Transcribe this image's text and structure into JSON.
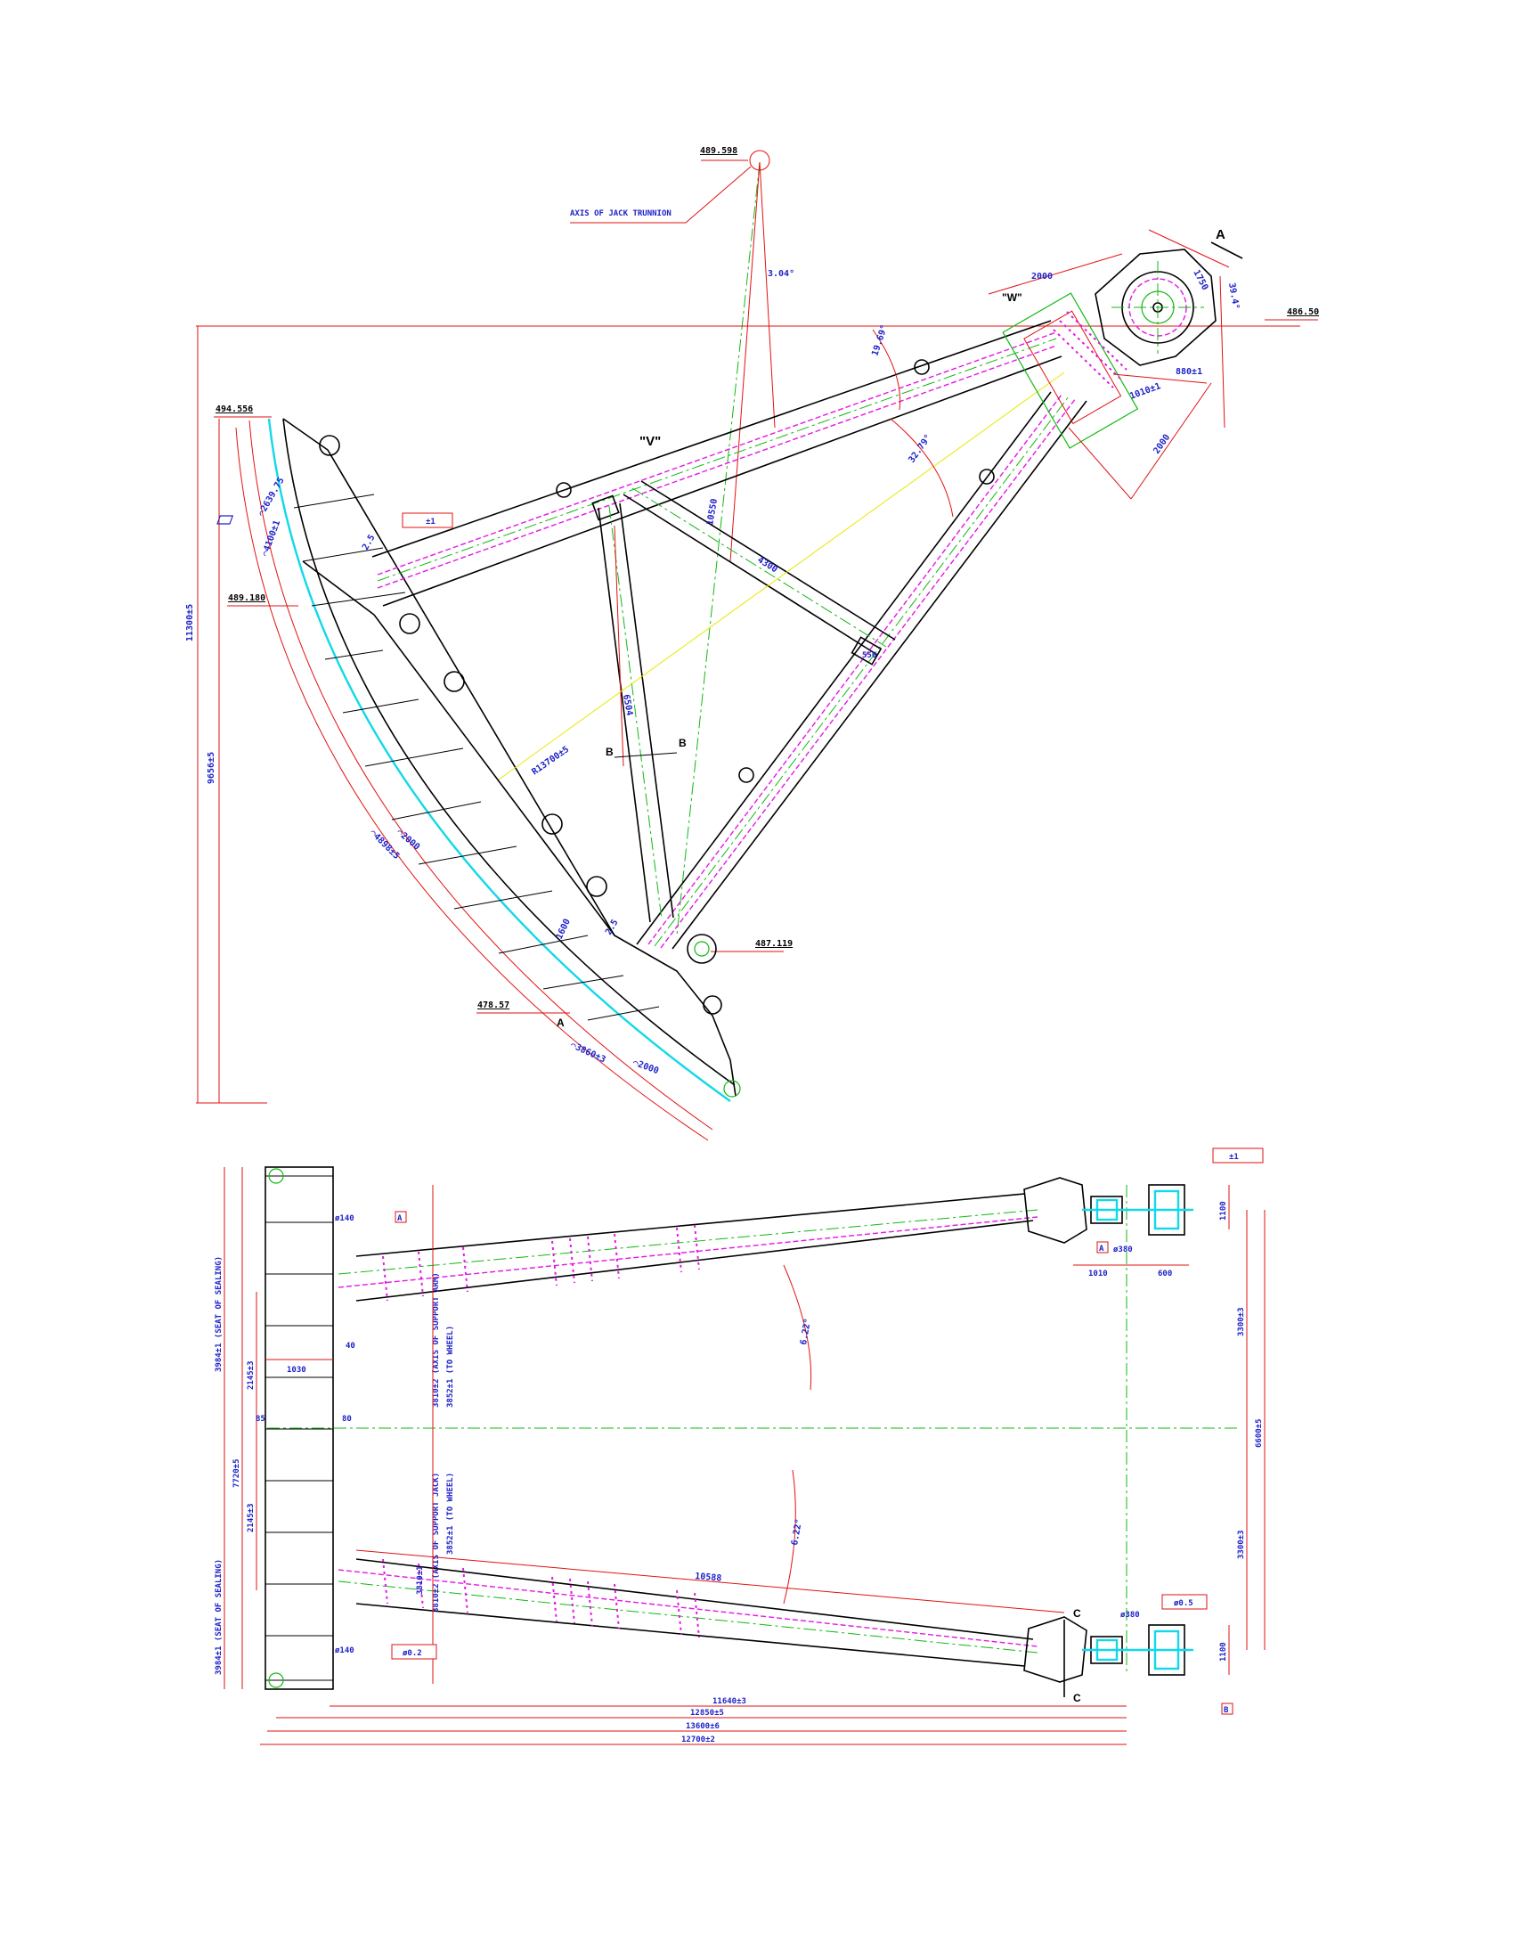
{
  "side_view": {
    "elev_top": "489.598",
    "axis_label": "AXIS OF JACK TRUNNION",
    "angle_small": "3.04°",
    "section_a": "A",
    "section_b": "B",
    "elev_right": "486.50",
    "view_w": "\"W\"",
    "view_v": "\"V\"",
    "dim_2000": "2000",
    "dim_1750": "1750",
    "angle_39": "39.4°",
    "elev_left_top": "494.556",
    "elev_left_mid": "489.180",
    "elev_left_bottom": "478.57",
    "elev_pin": "487.119",
    "dim_height_total": "11300±5",
    "dim_height_lower": "9656±5",
    "angle_19": "19.69°",
    "angle_32": "32.79°",
    "dim_10550": "10550",
    "dim_4300": "4300",
    "dim_6504": "6504",
    "dim_radius": "R13700±5",
    "arc_1": "⌒2639.75",
    "arc_2": "⌒4100±1",
    "arc_3": "⌒4898±5",
    "arc_4": "⌒3860±3",
    "arc_5": "⌒2000",
    "arc_6": "⌒2000",
    "dim_880": "880±1",
    "dim_1010": "1010±1",
    "dim_2000b": "2000",
    "dim_550": "550",
    "dim_1600": "1600",
    "gap_1": "2.5",
    "gap_2": "2.5",
    "tol_flat": "±1"
  },
  "plan_view": {
    "dim_phi140_top": "ø140",
    "dim_phi140_bot": "ø140",
    "dim_40": "40",
    "dim_1030": "1030",
    "dim_85": "85",
    "dim_80": "80",
    "left_1": "3984±1 (SEAT OF SEALING)",
    "left_2": "2145±3",
    "left_3": "7720±5",
    "left_4": "2145±3",
    "left_5": "3984±1 (SEAT OF SEALING)",
    "axis_upper_1": "3810±2 (AXIS OF SUPPORT ARM)",
    "axis_upper_2": "3852±1 (TO WHEEL)",
    "axis_lower_1": "3810±2 (AXIS OF SUPPORT JACK)",
    "axis_lower_2": "3852±1 (TO WHEEL)",
    "axis_lower_3": "3810±1",
    "angle_upper": "6.22°",
    "angle_lower": "6.22°",
    "dim_10588": "10588",
    "dim_1100_top": "1100",
    "dim_1100_bot": "1100",
    "dim_1010": "1010",
    "dim_600": "600",
    "dim_phi380_top": "ø380",
    "dim_phi380_bot": "ø380",
    "right_1": "3300±3",
    "right_2": "6600±5",
    "right_3": "3300±3",
    "bottom_1": "11640±3",
    "bottom_2": "12850±5",
    "bottom_3": "13600±6",
    "bottom_4": "12700±2",
    "section_c": "C",
    "datum_a": "A",
    "datum_b": "B",
    "tol_parallel": "±1",
    "tol_position_top": "ø0.5",
    "tol_position_bot": "ø0.2"
  }
}
